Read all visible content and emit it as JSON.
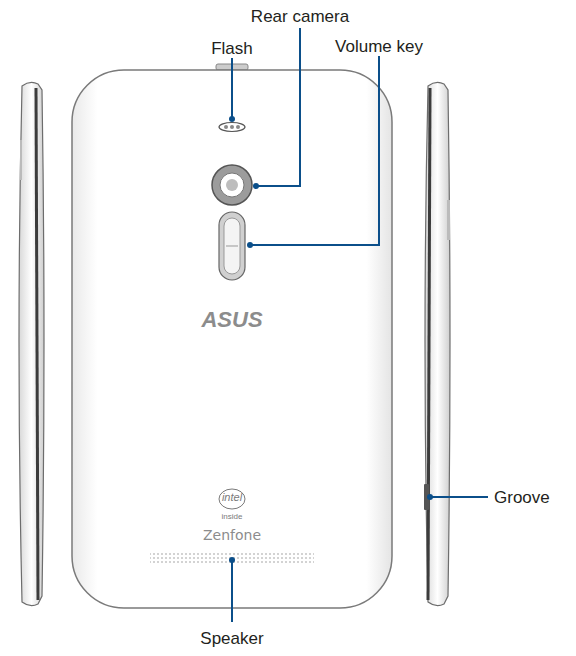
{
  "diagram": {
    "labels": [
      "Rear camera",
      "Flash",
      "Volume key",
      "Groove",
      "Speaker",
      "ASUS",
      "intel",
      "inside",
      "Zenfone"
    ]
  }
}
